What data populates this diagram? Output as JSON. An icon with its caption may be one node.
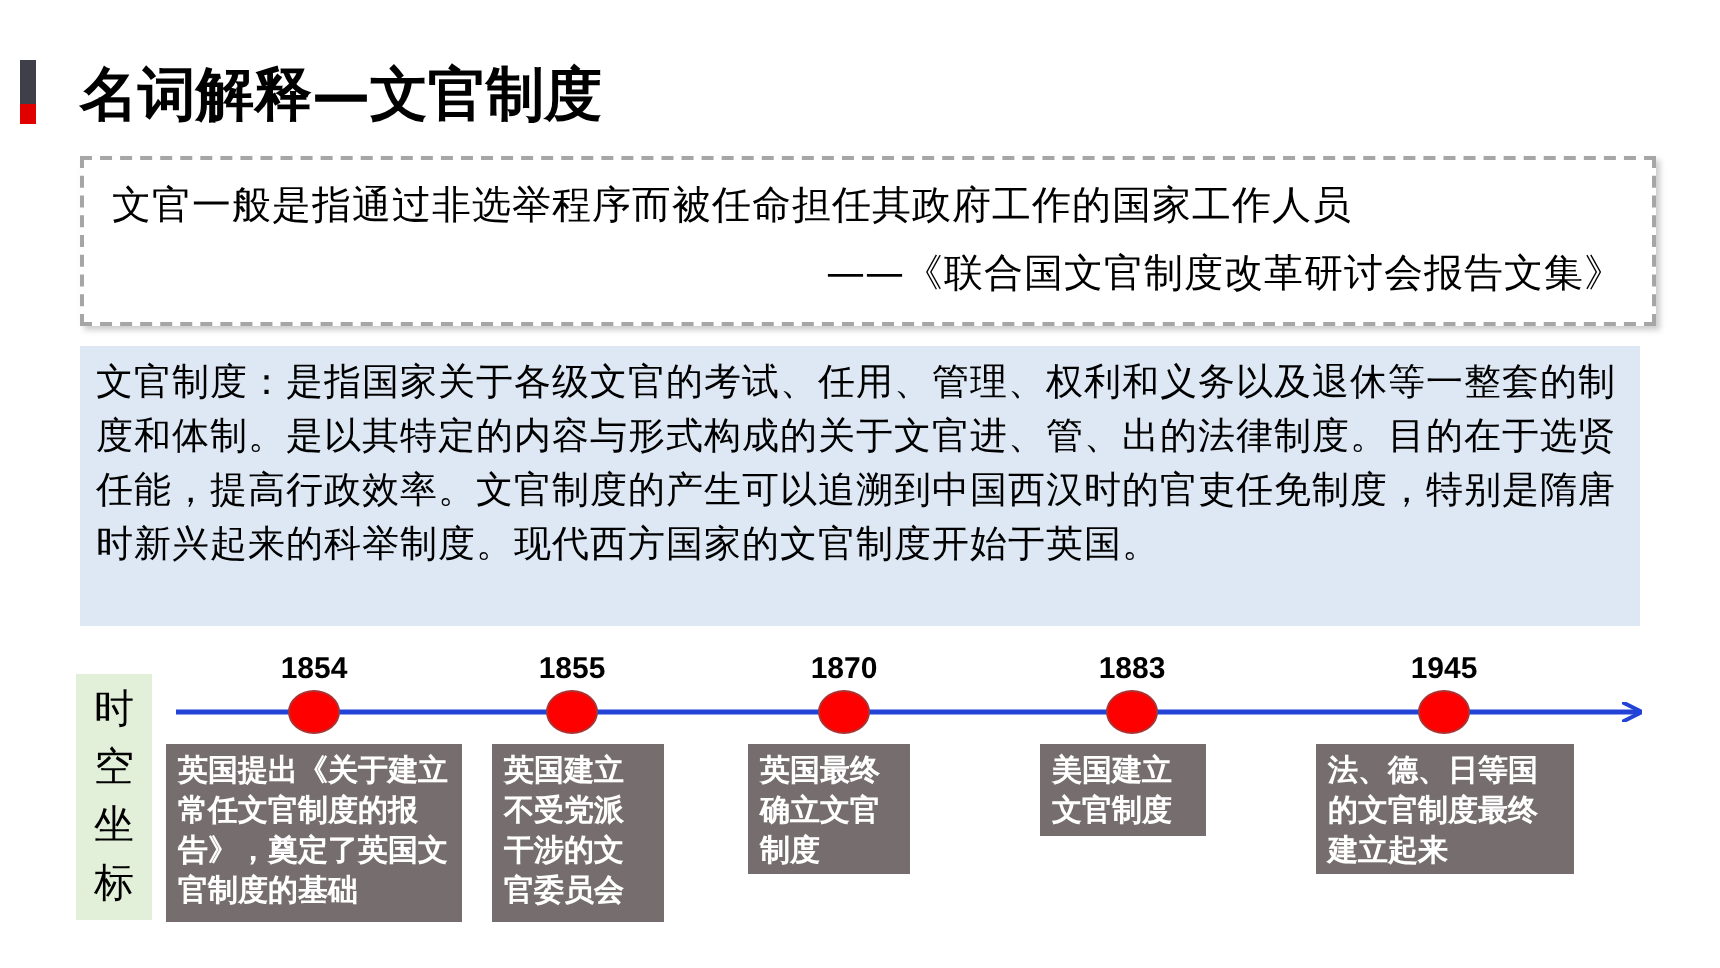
{
  "diagram": {
    "title": "名词解释—文官制度",
    "nodes": [
      {
        "text": [
          "文官一般是指通过非选举程序而被任命担任其政府工作的国家工作人员",
          "——《联合国文官制度改革研讨会报告文集》"
        ]
      },
      {
        "text": [
          "文官制度：是指国家关于各级文官的考试、任用、管理、权利和义务以及退休等一整套的制度和体制。是以其特定的内容与形式构成的关于文官进、管、出的法律制度。目的在于选贤任能，提高行政效率。文官制度的产生可以追溯到中国西汉时的官吏任免制度，特别是隋唐时新兴起来的科举制度。现代西方国家的文官制度开始于英国。"
        ]
      },
      {
        "text": [
          "时空坐标"
        ]
      },
      {
        "text": [],
        "shape": "circle",
        "beside": [
          "1854"
        ]
      },
      {
        "text": [],
        "shape": "circle",
        "beside": [
          "1855"
        ]
      },
      {
        "text": [],
        "shape": "circle",
        "beside": [
          "1870"
        ]
      },
      {
        "text": [],
        "shape": "circle",
        "beside": [
          "1883"
        ]
      },
      {
        "text": [],
        "shape": "circle",
        "beside": [
          "1945"
        ]
      },
      {
        "text": [
          "英国提出《关于建立常任文官制度的报告》，奠定了英国文官制度的基础"
        ]
      },
      {
        "text": [
          "英国建立不受党派干涉的文官委员会"
        ]
      },
      {
        "text": [
          "英国最终确立文官制度"
        ]
      },
      {
        "text": [
          "美国建立文官制度"
        ]
      },
      {
        "text": [
          "法、德、日等国的文官制度最终建立起来"
        ]
      }
    ]
  }
}
